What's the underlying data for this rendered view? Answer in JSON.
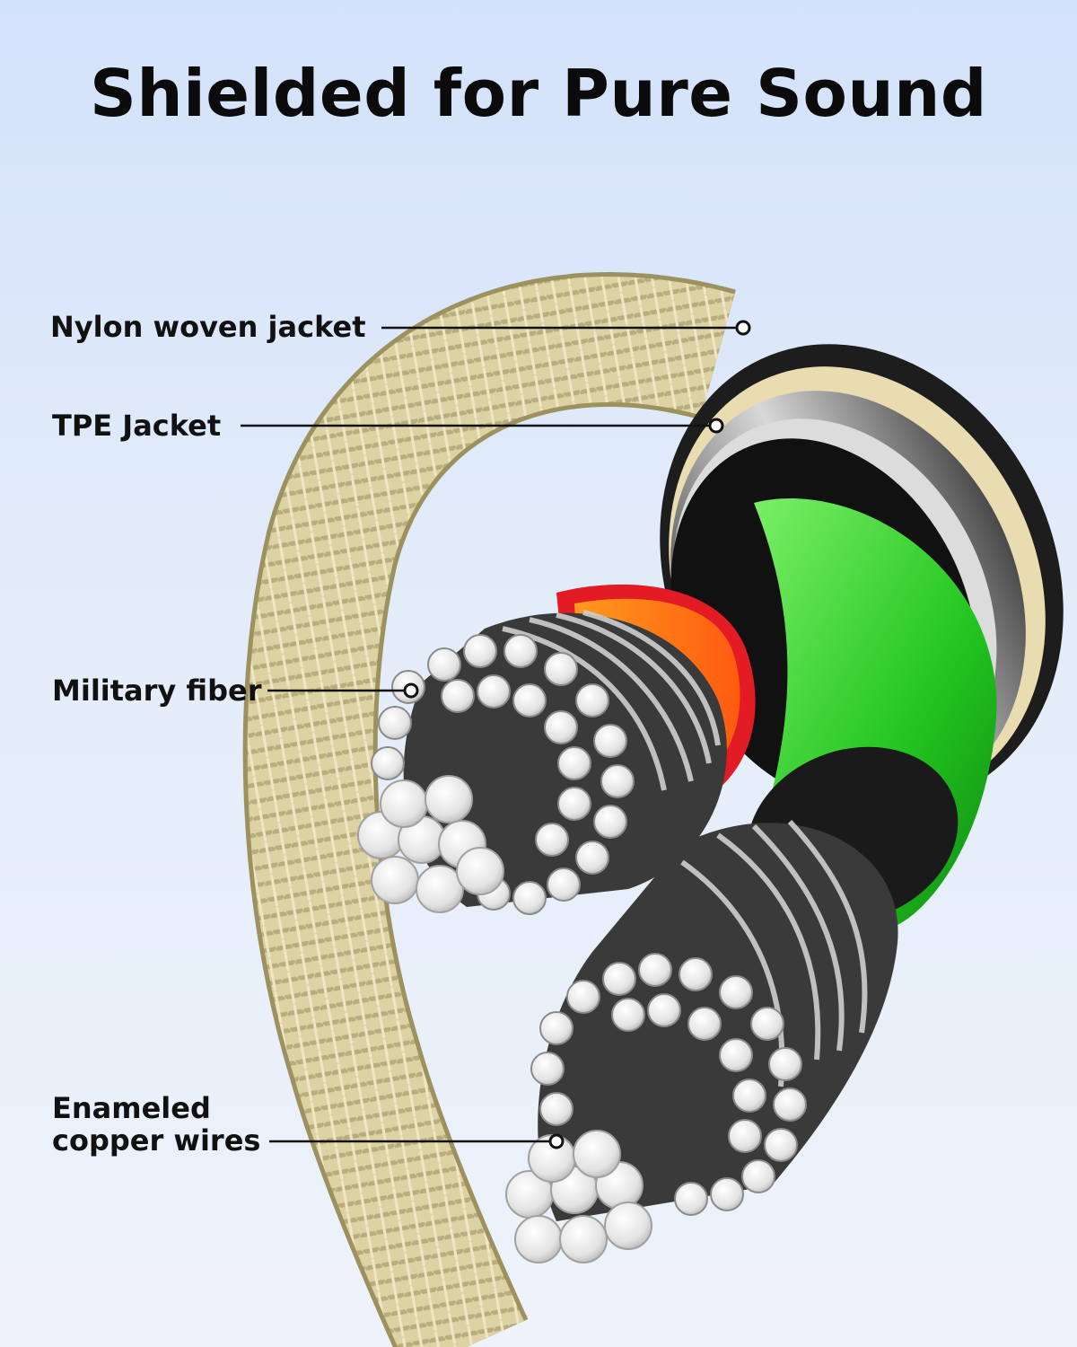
{
  "title": "Shielded for Pure Sound",
  "labels": {
    "nylon": "Nylon woven jacket",
    "tpe": "TPE Jacket",
    "military": "Military fiber",
    "copper_line1": "Enameled",
    "copper_line2": "copper wires"
  },
  "colors": {
    "braid": "#ddd2a4",
    "tpe": "#2a2a2a",
    "shield": "#a8a8a8",
    "red_core": "#e21b24",
    "green_core": "#2ed12b",
    "fiber": "#f2f2f2",
    "copper": "#9b9b9b"
  }
}
